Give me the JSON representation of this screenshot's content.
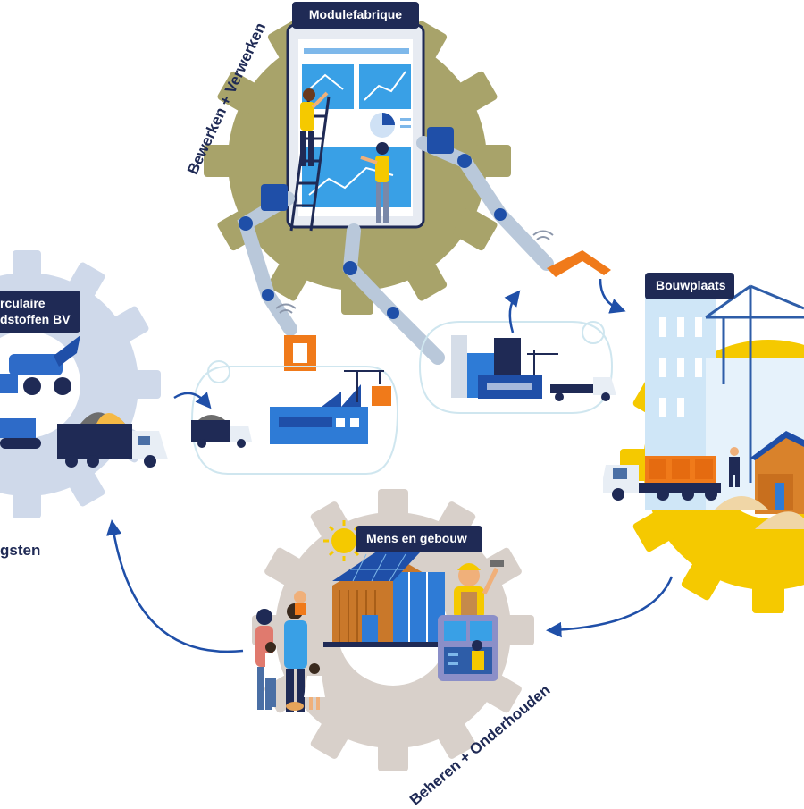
{
  "stations": {
    "modulefabriek": {
      "label": "Modulefabrique"
    },
    "bouwplaats": {
      "label": "Bouwplaats"
    },
    "mens": {
      "label": "Mens en gebouw"
    },
    "circulair": {
      "line1": "rculaire",
      "line2": "dstoffen BV"
    }
  },
  "captions": {
    "bewerken": "Bewerken + Verwerken",
    "beheren": "Beheren + Onderhouden",
    "left_cut": "gsten"
  },
  "icons": [
    "gear-icon",
    "robot-arm-icon",
    "tablet-icon",
    "truck-icon",
    "factory-icon",
    "crane-icon",
    "house-icon",
    "solar-panel-icon",
    "sun-icon",
    "wifi-icon",
    "arrow-icon",
    "family-icon",
    "worker-icon",
    "excavator-icon",
    "bulldozer-icon",
    "building-icon"
  ],
  "colors": {
    "navy": "#1f2a55",
    "olive_gear": "#a8a36a",
    "blue_gear": "#cfd9ea",
    "grey_gear": "#d8d0ca",
    "yellow_gear": "#f5c900",
    "brand_blue": "#2e7bd6",
    "orange": "#f07a1a",
    "arrow_blue": "#1f4fa8"
  }
}
